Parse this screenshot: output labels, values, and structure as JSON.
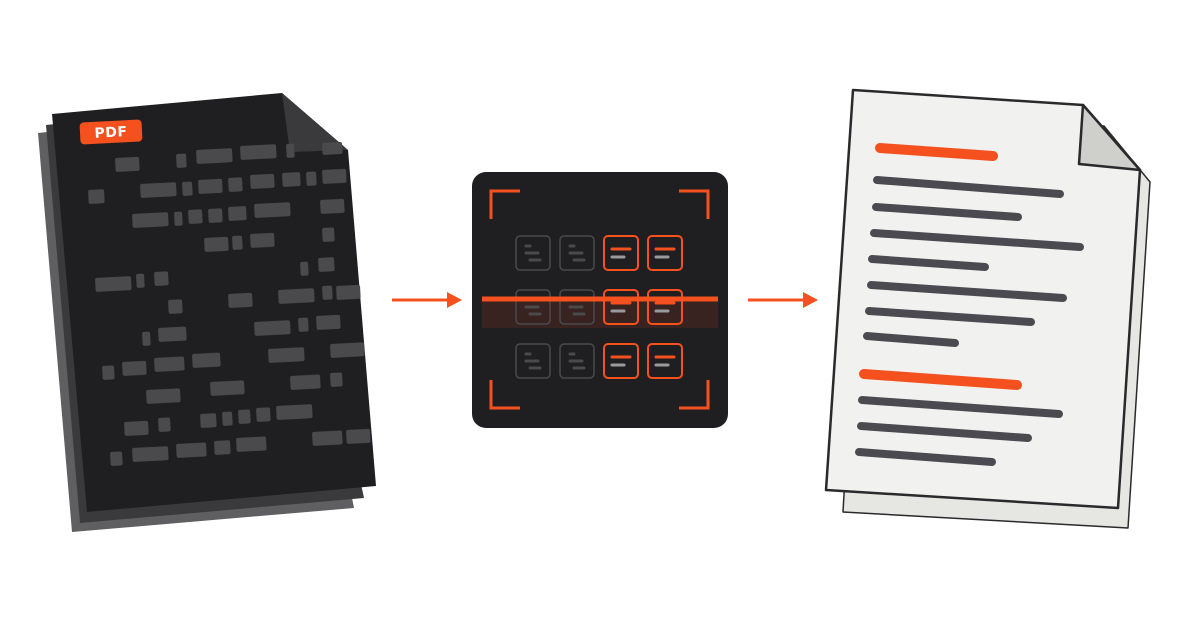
{
  "colors": {
    "accent": "#f4511e",
    "dark": "#1f1f21",
    "dark_shadow": "#5f5f61",
    "dark_mid": "#3a3a3d",
    "placeholder": "#4a4a4d",
    "paper": "#f1f1f0",
    "paper_shadow": "#e6e6e3",
    "paper_fold": "#cfd0cc",
    "line": "#4a4a50",
    "scanner_bg": "#1f1f21"
  },
  "source_doc": {
    "badge_label": "PDF",
    "icon": "scanned-pdf-document"
  },
  "scanner": {
    "icon": "ocr-scan-viewfinder",
    "grid_rows": 3,
    "grid_cols": 4,
    "highlighted_cols": 2
  },
  "output_doc": {
    "icon": "text-document",
    "sections": 2
  },
  "arrows": [
    "arrow-right-icon",
    "arrow-right-icon"
  ]
}
